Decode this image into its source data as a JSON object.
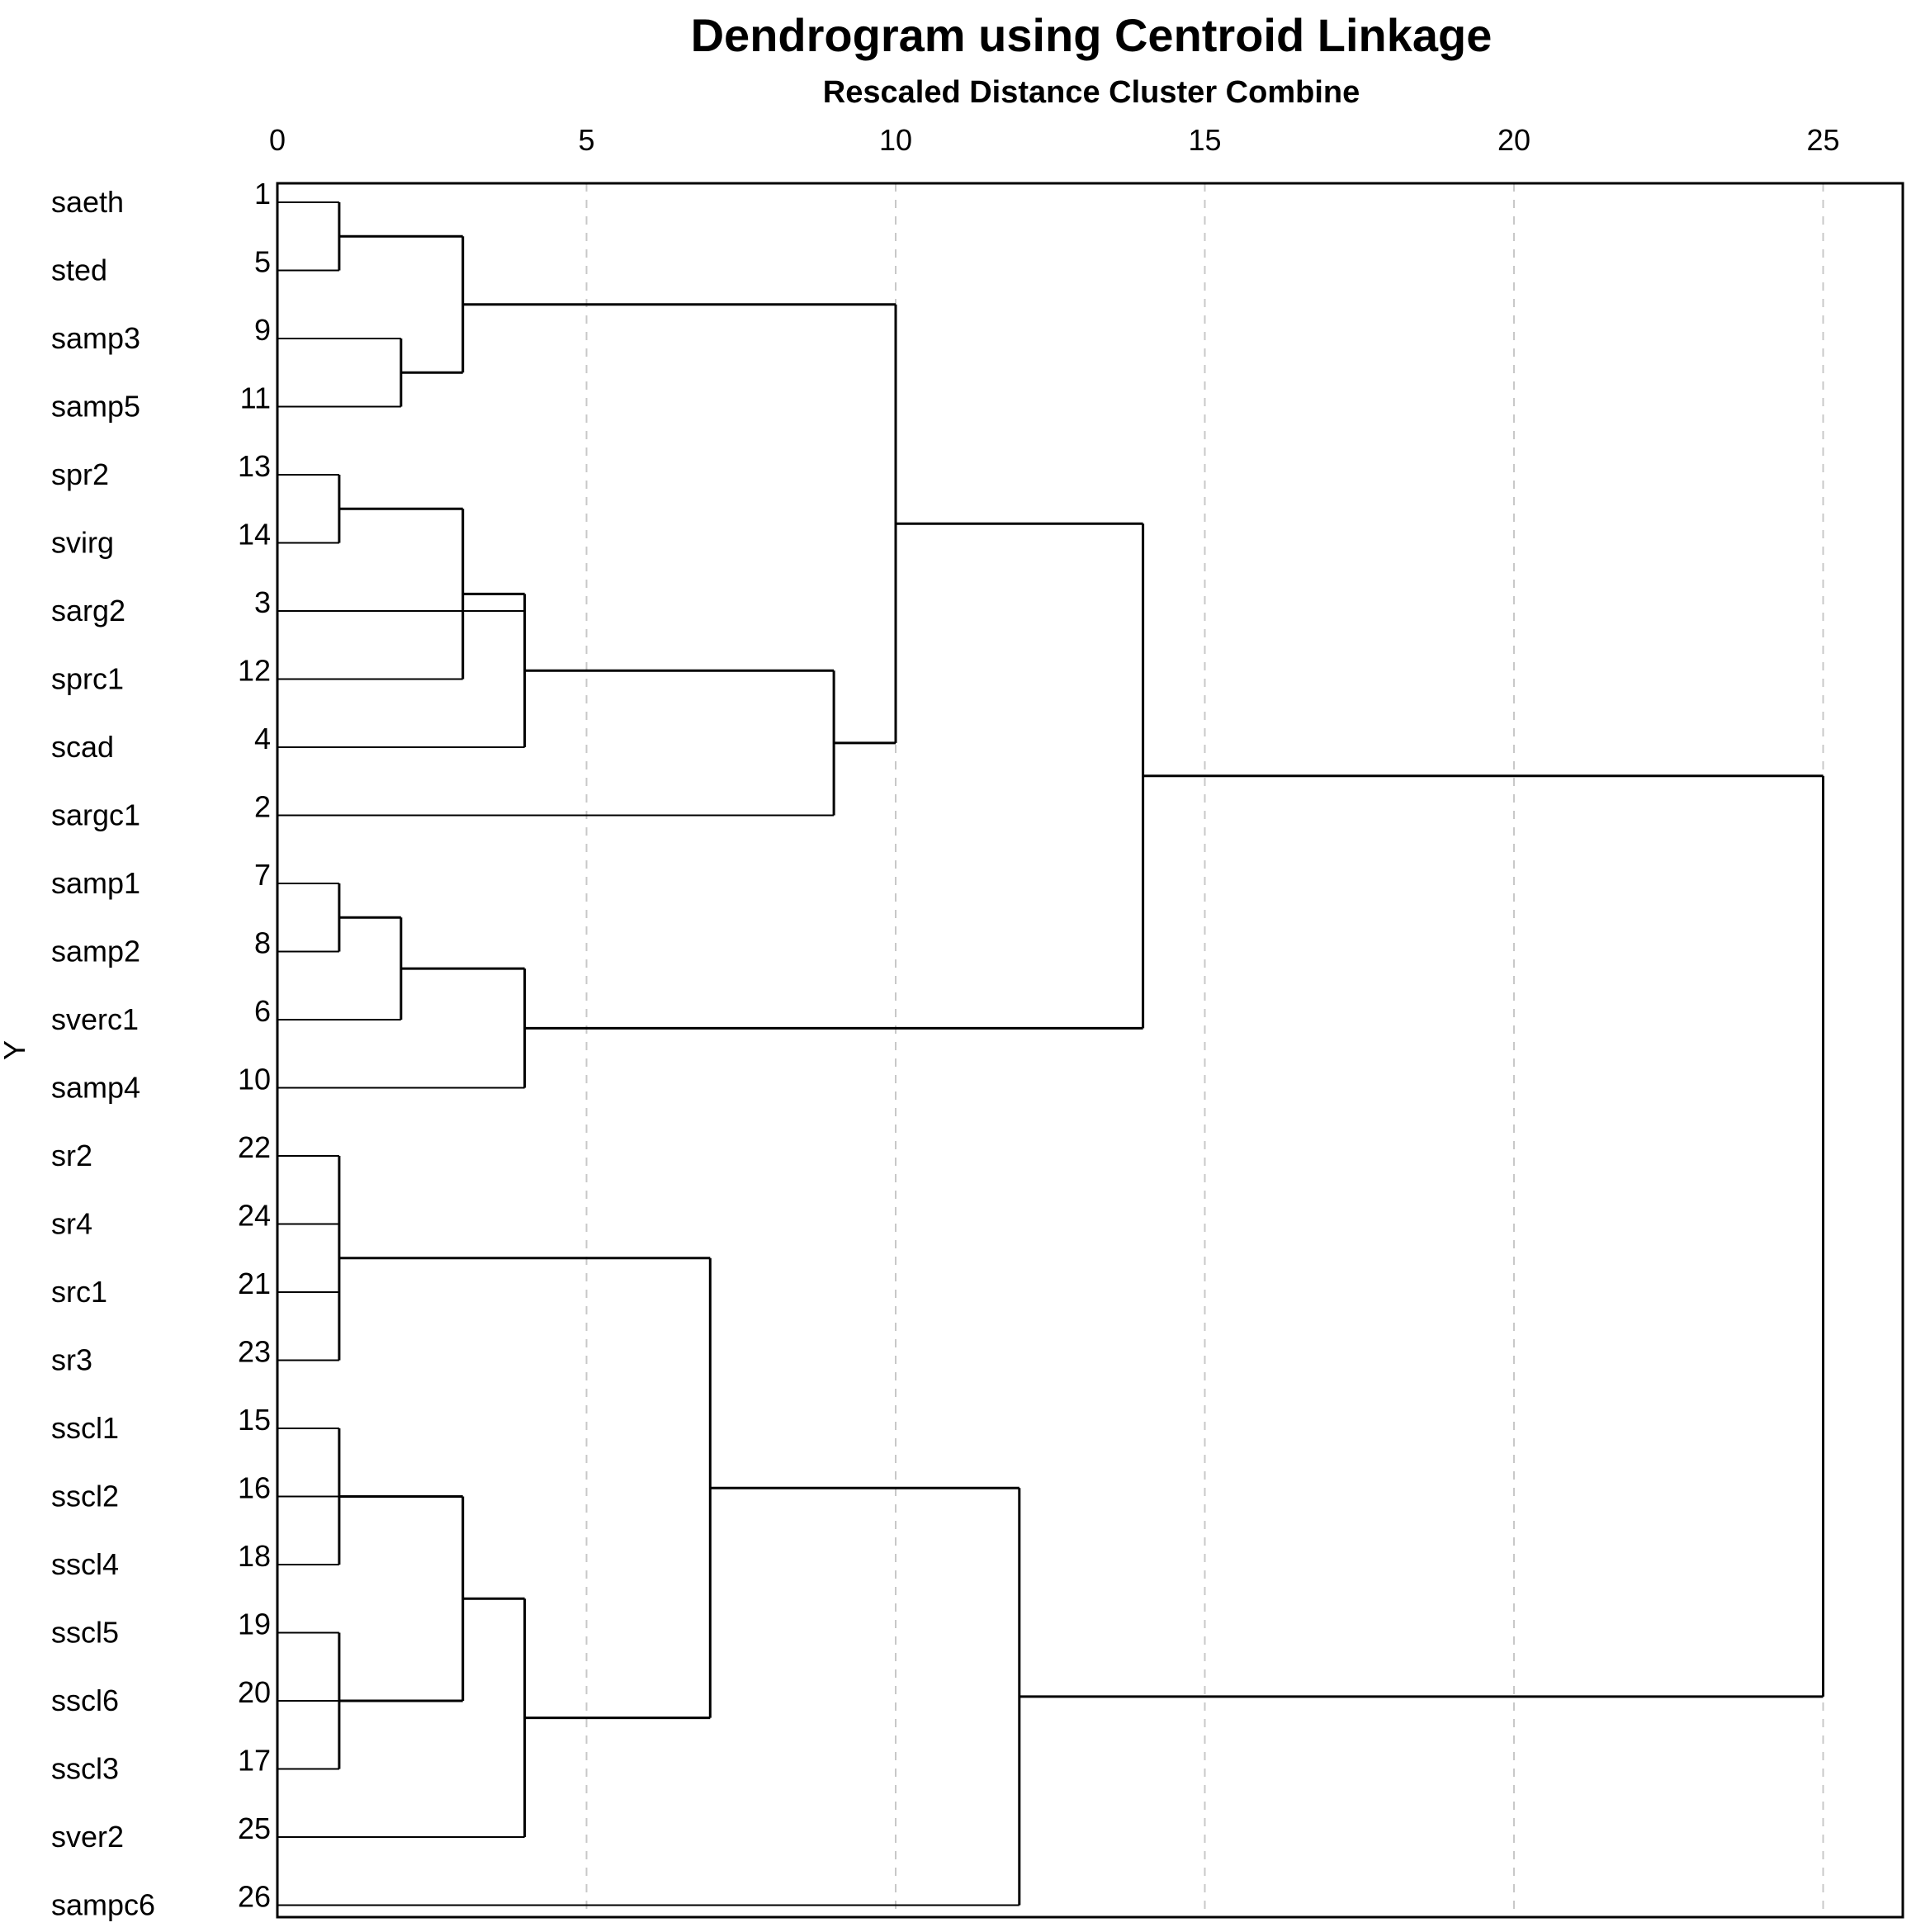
{
  "chart_data": {
    "type": "dendrogram",
    "title": "Dendrogram using Centroid Linkage",
    "subtitle": "Rescaled Distance Cluster Combine",
    "ylabel": "Y",
    "xlim": [
      0,
      26.3
    ],
    "xticks": [
      0,
      5,
      10,
      15,
      20,
      25
    ],
    "grid": true,
    "leaves": [
      {
        "name": "saeth",
        "num": "1"
      },
      {
        "name": "sted",
        "num": "5"
      },
      {
        "name": "samp3",
        "num": "9"
      },
      {
        "name": "samp5",
        "num": "11"
      },
      {
        "name": "spr2",
        "num": "13"
      },
      {
        "name": "svirg",
        "num": "14"
      },
      {
        "name": "sarg2",
        "num": "3"
      },
      {
        "name": "sprc1",
        "num": "12"
      },
      {
        "name": "scad",
        "num": "4"
      },
      {
        "name": "sargc1",
        "num": "2"
      },
      {
        "name": "samp1",
        "num": "7"
      },
      {
        "name": "samp2",
        "num": "8"
      },
      {
        "name": "sverc1",
        "num": "6"
      },
      {
        "name": "samp4",
        "num": "10"
      },
      {
        "name": "sr2",
        "num": "22"
      },
      {
        "name": "sr4",
        "num": "24"
      },
      {
        "name": "src1",
        "num": "21"
      },
      {
        "name": "sr3",
        "num": "23"
      },
      {
        "name": "sscl1",
        "num": "15"
      },
      {
        "name": "sscl2",
        "num": "16"
      },
      {
        "name": "sscl4",
        "num": "18"
      },
      {
        "name": "sscl5",
        "num": "19"
      },
      {
        "name": "sscl6",
        "num": "20"
      },
      {
        "name": "sscl3",
        "num": "17"
      },
      {
        "name": "sver2",
        "num": "25"
      },
      {
        "name": "sampc6",
        "num": "26"
      }
    ],
    "merges": [
      {
        "id": "A",
        "children": [
          "L0",
          "L1"
        ],
        "distance": 1
      },
      {
        "id": "B",
        "children": [
          "L2",
          "L3"
        ],
        "distance": 2
      },
      {
        "id": "C",
        "children": [
          "A",
          "B"
        ],
        "distance": 3
      },
      {
        "id": "D",
        "children": [
          "L4",
          "L5"
        ],
        "distance": 1
      },
      {
        "id": "E",
        "children": [
          "D",
          "L7"
        ],
        "distance": 3
      },
      {
        "id": "F",
        "children": [
          "L6",
          "E",
          "L8"
        ],
        "distance": 4
      },
      {
        "id": "G",
        "children": [
          "F",
          "L9"
        ],
        "distance": 9
      },
      {
        "id": "H",
        "children": [
          "C",
          "G"
        ],
        "distance": 10
      },
      {
        "id": "I",
        "children": [
          "L10",
          "L11"
        ],
        "distance": 1
      },
      {
        "id": "J",
        "children": [
          "I",
          "L12"
        ],
        "distance": 2
      },
      {
        "id": "K",
        "children": [
          "J",
          "L13"
        ],
        "distance": 4
      },
      {
        "id": "M",
        "children": [
          "H",
          "K"
        ],
        "distance": 14
      },
      {
        "id": "N",
        "children": [
          "L14",
          "L15",
          "L16",
          "L17"
        ],
        "distance": 1
      },
      {
        "id": "O",
        "children": [
          "L18",
          "L19",
          "L20"
        ],
        "distance": 1
      },
      {
        "id": "P",
        "children": [
          "L21",
          "L22",
          "L23"
        ],
        "distance": 1
      },
      {
        "id": "Q",
        "children": [
          "O",
          "P"
        ],
        "distance": 3
      },
      {
        "id": "R",
        "children": [
          "Q",
          "L24"
        ],
        "distance": 4
      },
      {
        "id": "S",
        "children": [
          "N",
          "R"
        ],
        "distance": 7
      },
      {
        "id": "T",
        "children": [
          "S",
          "L25"
        ],
        "distance": 12
      },
      {
        "id": "U",
        "children": [
          "M",
          "T"
        ],
        "distance": 25
      }
    ]
  }
}
